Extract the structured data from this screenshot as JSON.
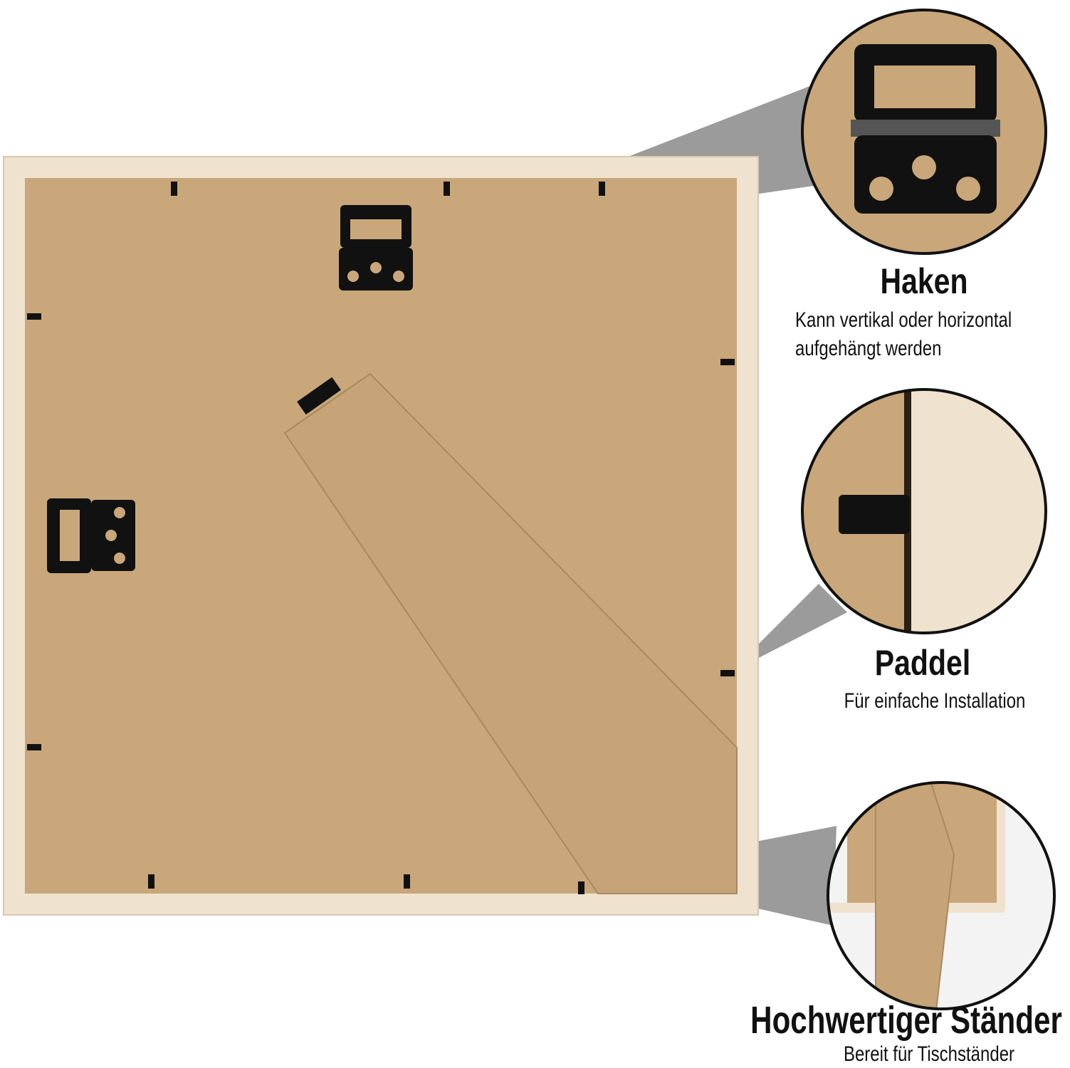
{
  "features": [
    {
      "title": "Haken",
      "description_lines": [
        "Kann vertikal oder horizontal",
        "aufgehängt werden"
      ]
    },
    {
      "title": "Paddel",
      "description_lines": [
        "Für einfache Installation"
      ]
    },
    {
      "title": "Hochwertiger Ständer",
      "description_lines": [
        "Bereit für Tischständer"
      ]
    }
  ],
  "colors": {
    "board": "#c9a77a",
    "frame": "#efe2cf",
    "metal": "#111111",
    "callout": "#8a8a8a"
  }
}
